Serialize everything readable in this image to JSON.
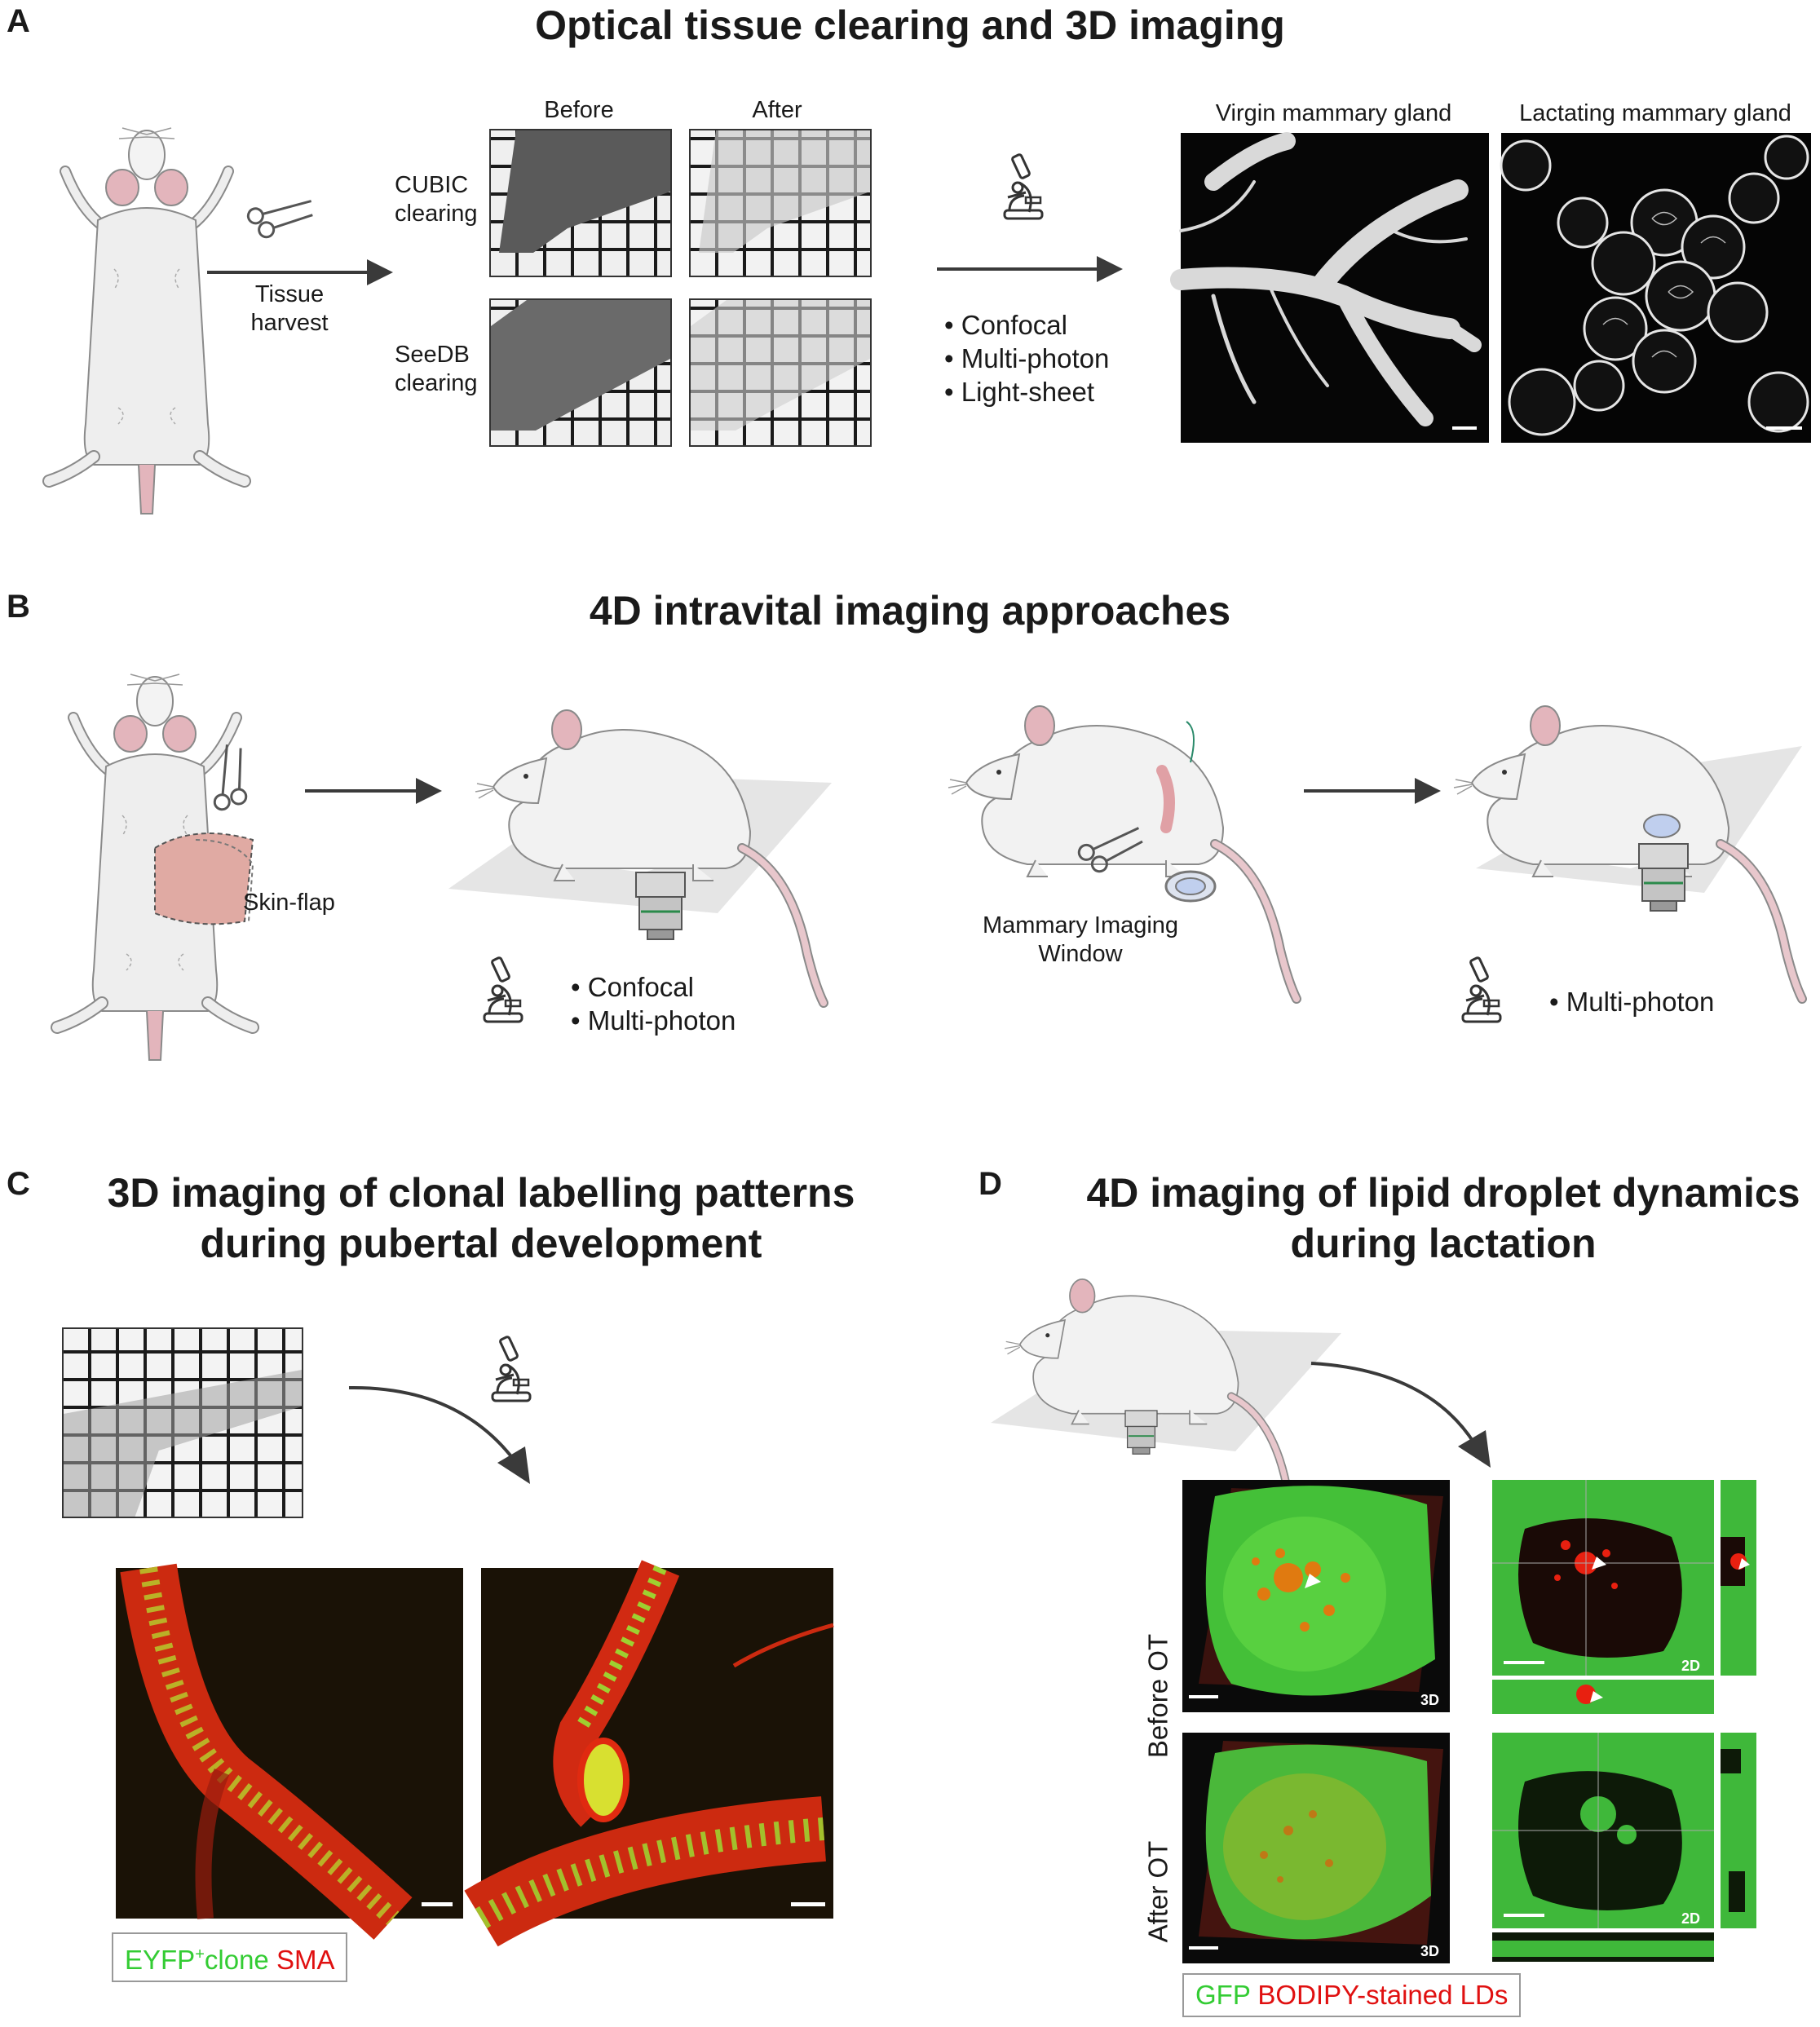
{
  "panels": {
    "A": {
      "letter": "A",
      "title": "Optical tissue clearing and 3D imaging",
      "arrow1_label": "Tissue\nharvest",
      "col_before": "Before",
      "col_after": "After",
      "row1_label": "CUBIC\nclearing",
      "row2_label": "SeeDB\nclearing",
      "methods": [
        "Confocal",
        "Multi-photon",
        "Light-sheet"
      ],
      "img1_title": "Virgin mammary gland",
      "img2_title": "Lactating mammary gland"
    },
    "B": {
      "letter": "B",
      "title": "4D intravital imaging approaches",
      "skinflap_label": "Skin-flap",
      "methods_left": [
        "Confocal",
        "Multi-photon"
      ],
      "window_label": "Mammary Imaging\nWindow",
      "methods_right": [
        "Multi-photon"
      ]
    },
    "C": {
      "letter": "C",
      "title": "3D imaging of clonal labelling patterns\nduring pubertal development",
      "legend_green": "EYFP",
      "legend_sup": "+",
      "legend_green2": "clone",
      "legend_red": "SMA"
    },
    "D": {
      "letter": "D",
      "title": "4D imaging of lipid droplet dynamics\nduring lactation",
      "row1_label": "Before OT",
      "row2_label": "After OT",
      "tag_3d": "3D",
      "tag_2d": "2D",
      "legend_green": "GFP",
      "legend_red": "BODIPY-stained LDs"
    }
  },
  "colors": {
    "mouse_fill": "#eeeeee",
    "mouse_stroke": "#8a8a8a",
    "pink": "#e3b5bc",
    "arrow": "#3a3a3a",
    "green": "#33cc33",
    "red": "#e01010"
  },
  "icons": [
    "scissors-icon",
    "microscope-icon",
    "objective-lens-icon",
    "arrow-right-icon",
    "curved-arrow-icon"
  ]
}
